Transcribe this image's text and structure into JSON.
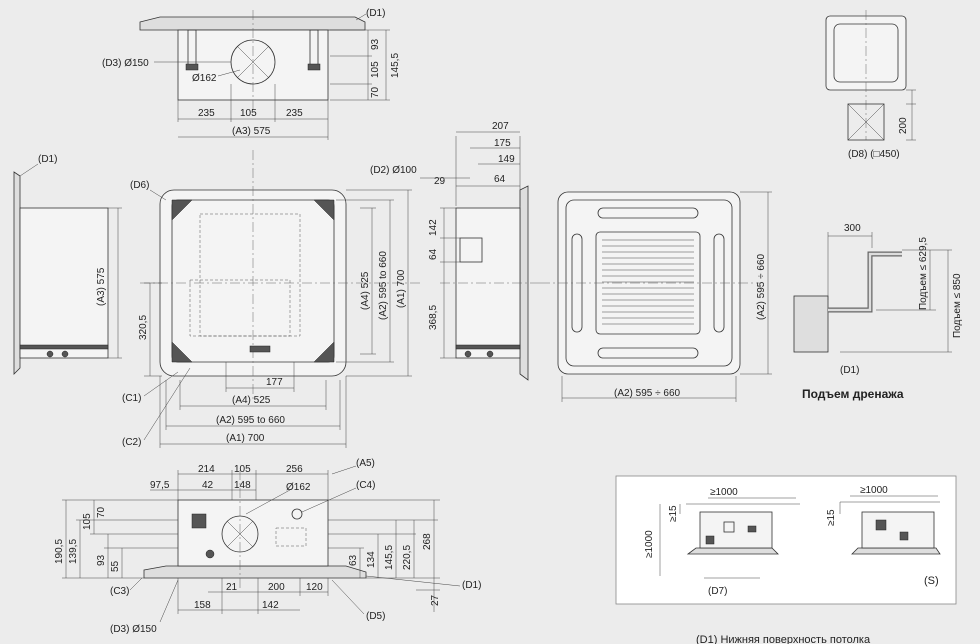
{
  "top_view": {
    "label_d1": "(D1)",
    "label_d3": "(D3) Ø150",
    "label_d162": "Ø162",
    "dim_93": "93",
    "dim_105": "105",
    "dim_70": "70",
    "dim_145_5": "145,5",
    "dim_235_left": "235",
    "dim_105_mid": "105",
    "dim_235_right": "235",
    "dim_a3": "(A3) 575"
  },
  "left_side_view": {
    "label_d1": "(D1)",
    "dim_a3": "(A3) 575"
  },
  "plan_view": {
    "label_d6": "(D6)",
    "label_c1": "(C1)",
    "label_c2": "(C2)",
    "dim_320_5": "320,5",
    "dim_177": "177",
    "dim_a4_h": "(A4) 525",
    "dim_a2_h": "(A2) 595 to 660",
    "dim_a1_h": "(A1) 700",
    "dim_a4_v": "(A4) 525",
    "dim_a2_v": "(A2) 595 to 660",
    "dim_a1_v": "(A1) 700"
  },
  "side_view_right": {
    "label_d2": "(D2) Ø100",
    "dim_207": "207",
    "dim_175": "175",
    "dim_149": "149",
    "dim_29": "29",
    "dim_64_top": "64",
    "dim_142": "142",
    "dim_64_side": "64",
    "dim_368_5": "368,5"
  },
  "panel_view": {
    "dim_a2_v": "(A2) 595 ÷ 660",
    "dim_a2_h": "(A2) 595 ÷ 660"
  },
  "service_space": {
    "label_d8": "(D8) (□450)",
    "dim_200": "200"
  },
  "drain_lift": {
    "dim_300": "300",
    "label_lift": "Подъем ≤ 629,5",
    "label_ceiling": "Подъем ≤ 850",
    "label_d1": "(D1)",
    "title": "Подъем дренажа"
  },
  "front_view": {
    "dim_214": "214",
    "dim_105": "105",
    "dim_256": "256",
    "label_a5": "(A5)",
    "dim_97_5": "97,5",
    "dim_42": "42",
    "dim_148": "148",
    "label_d162": "Ø162",
    "label_c4": "(C4)",
    "dim_190_5": "190,5",
    "dim_139_5": "139,5",
    "dim_105_v": "105",
    "dim_93": "93",
    "dim_55": "55",
    "dim_70": "70",
    "dim_63": "63",
    "dim_134": "134",
    "dim_145_5": "145,5",
    "dim_220_5": "220,5",
    "dim_268": "268",
    "label_c3": "(C3)",
    "dim_21": "21",
    "dim_200": "200",
    "dim_120": "120",
    "label_d1": "(D1)",
    "dim_27": "27",
    "label_d3": "(D3) Ø150",
    "dim_158": "158",
    "dim_142": "142",
    "label_d5": "(D5)"
  },
  "install_space": {
    "dim_1000_a": "≥1000",
    "dim_1000_b": "≥1000",
    "dim_1000_v": "≥1000",
    "dim_15_a": "≥15",
    "dim_15_b": "≥15",
    "label_d7": "(D7)",
    "label_s": "(S)"
  },
  "footnote": {
    "text": "(D1) Нижняя поверхность потолка"
  }
}
